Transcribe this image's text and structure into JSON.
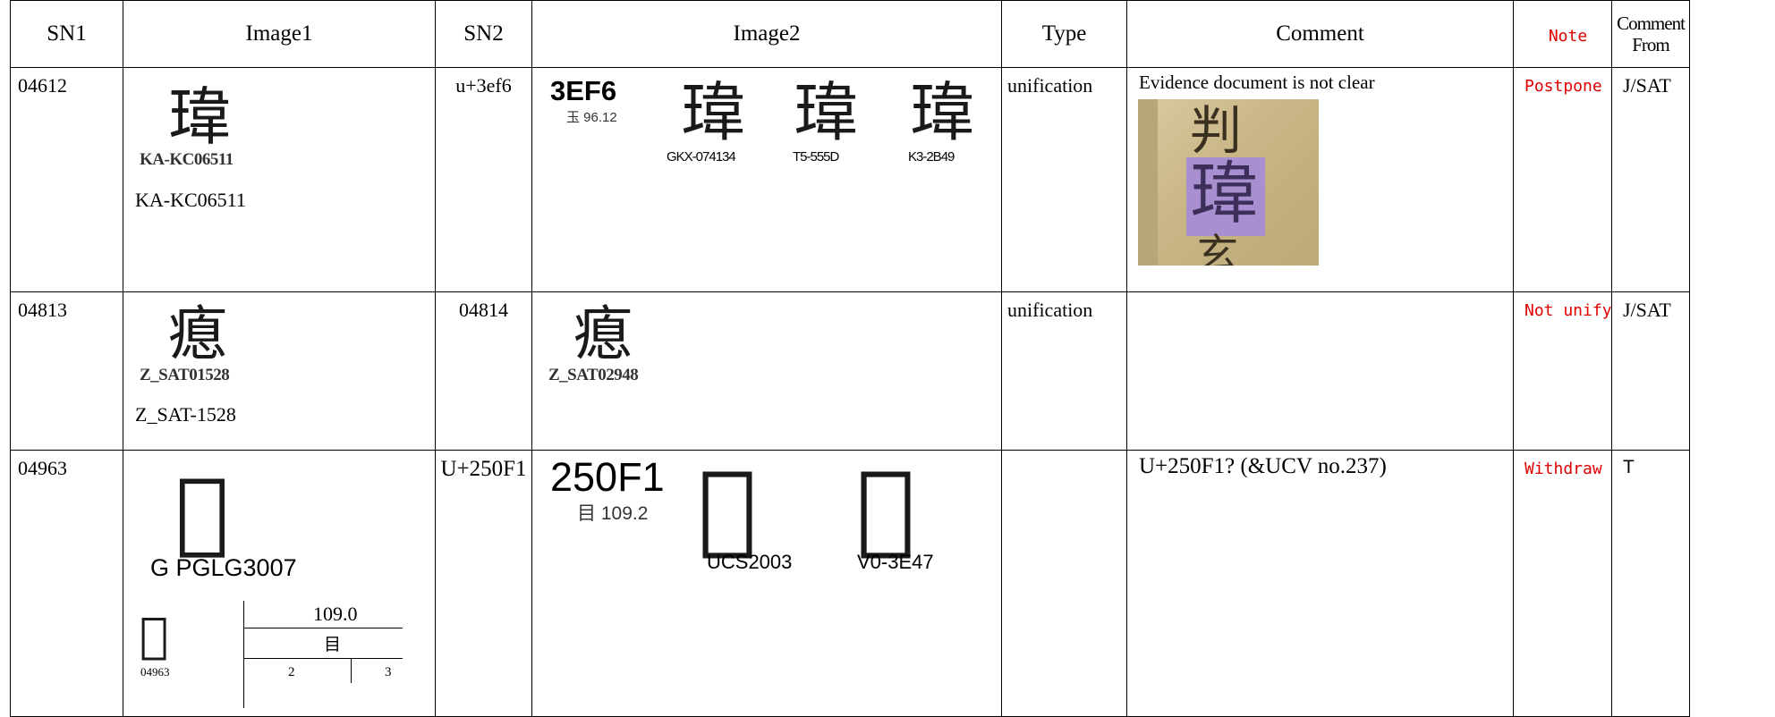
{
  "headers": {
    "sn1": "SN1",
    "image1": "Image1",
    "sn2": "SN2",
    "image2": "Image2",
    "type": "Type",
    "comment": "Comment",
    "note": "Note",
    "comment_from_1": "Comment",
    "comment_from_2": "From"
  },
  "rows": [
    {
      "sn1": "04612",
      "image1": {
        "glyph": "瑋",
        "source_label": "KA-KC06511",
        "caption": "KA-KC06511"
      },
      "sn2": "u+3ef6",
      "image2": {
        "code": "3EF6",
        "radical": "玉 96.12",
        "variants": [
          {
            "glyph": "瑋",
            "label": "GKX-074134"
          },
          {
            "glyph": "瑋",
            "label": "T5-555D"
          },
          {
            "glyph": "瑋",
            "label": "K3-2B49"
          }
        ]
      },
      "type": "unification",
      "comment": "Evidence document is not clear",
      "evidence_glyphs": [
        "判",
        "瑋",
        "玄"
      ],
      "note": "Postpone",
      "comment_from": "J/SAT"
    },
    {
      "sn1": "04813",
      "image1": {
        "glyph": "瘜",
        "source_label": "Z_SAT01528",
        "caption": "Z_SAT-1528"
      },
      "sn2": "04814",
      "image2": {
        "glyph": "瘜",
        "label": "Z_SAT02948"
      },
      "type": "unification",
      "comment": "",
      "note": "Not unify",
      "comment_from": "J/SAT"
    },
    {
      "sn1": "04963",
      "image1": {
        "glyph": "𥃱",
        "source_label": "G PGLG3007",
        "mini_glyph": "𥃱",
        "mini_sn": "04963",
        "radical_value": "109.0",
        "radical_char": "目",
        "strokes_left": "2",
        "strokes_right": "3"
      },
      "sn2": "U+250F1",
      "image2": {
        "code": "250F1",
        "radical": "目 109.2",
        "variants": [
          {
            "glyph": "𥃱",
            "label": "UCS2003"
          },
          {
            "glyph": "𥃱",
            "label": "V0-3E47"
          }
        ]
      },
      "type": "",
      "comment": "U+250F1? (&UCV no.237)",
      "note": "Withdraw",
      "comment_from": "T"
    }
  ]
}
